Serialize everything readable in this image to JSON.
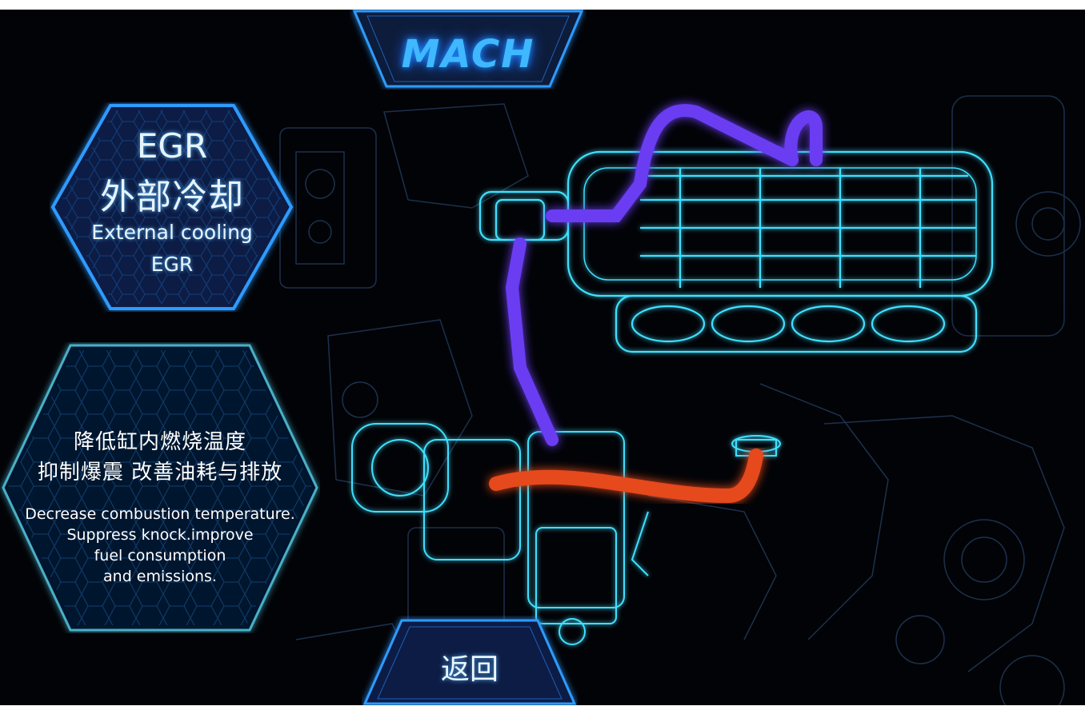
{
  "logo": {
    "text": "MACH"
  },
  "feature_panel": {
    "title_abbrev": "EGR",
    "title_cn": "外部冷却",
    "title_en_line1": "External cooling",
    "title_en_line2": "EGR"
  },
  "description_panel": {
    "cn_line1": "降低缸内燃烧温度",
    "cn_line2": "抑制爆震 改善油耗与排放",
    "en_lines": [
      "Decrease combustion temperature.",
      "Suppress knock.improve",
      "fuel consumption",
      "and emissions."
    ]
  },
  "back_button": {
    "label": "返回"
  },
  "colors": {
    "accent_blue": "#2f9bff",
    "glow_cyan": "#3fe0ff",
    "egr_pipe_purple": "#5a2fd6",
    "egr_pipe_red": "#e0401c",
    "background": "#020307"
  },
  "icons": {
    "engine_illustration": "engine-wireframe-icon",
    "logo": "mach-logo-icon"
  }
}
